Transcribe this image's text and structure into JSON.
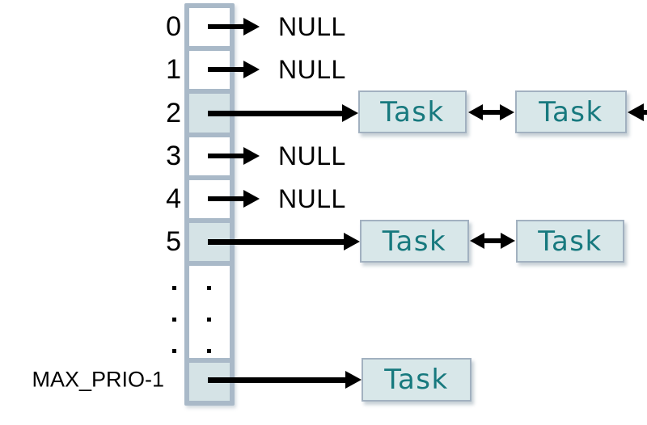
{
  "labels": {
    "null": "NULL",
    "task": "Task"
  },
  "rows": [
    {
      "label": "0",
      "state": "empty",
      "target": "NULL"
    },
    {
      "label": "1",
      "state": "empty",
      "target": "NULL"
    },
    {
      "label": "2",
      "state": "filled",
      "target": "task-list",
      "task_count": 2,
      "chain_continues_offscreen": true
    },
    {
      "label": "3",
      "state": "empty",
      "target": "NULL"
    },
    {
      "label": "4",
      "state": "empty",
      "target": "NULL"
    },
    {
      "label": "5",
      "state": "filled",
      "target": "task-list",
      "task_count": 2,
      "chain_continues_offscreen": false
    },
    {
      "label": "",
      "state": "ellipsis",
      "ellipsis_dots_per_column": 3
    },
    {
      "label": "MAX_PRIO-1",
      "state": "filled",
      "target": "task-list",
      "task_count": 1,
      "chain_continues_offscreen": false
    }
  ],
  "colors": {
    "array_border": "#a9b9c8",
    "filled_cell": "#d5e3e6",
    "empty_cell": "#ffffff",
    "task_box_fill": "#d8e7e9",
    "task_box_border": "#a2b1c0",
    "task_text": "#17797e",
    "arrow": "#000000",
    "text": "#000000"
  }
}
